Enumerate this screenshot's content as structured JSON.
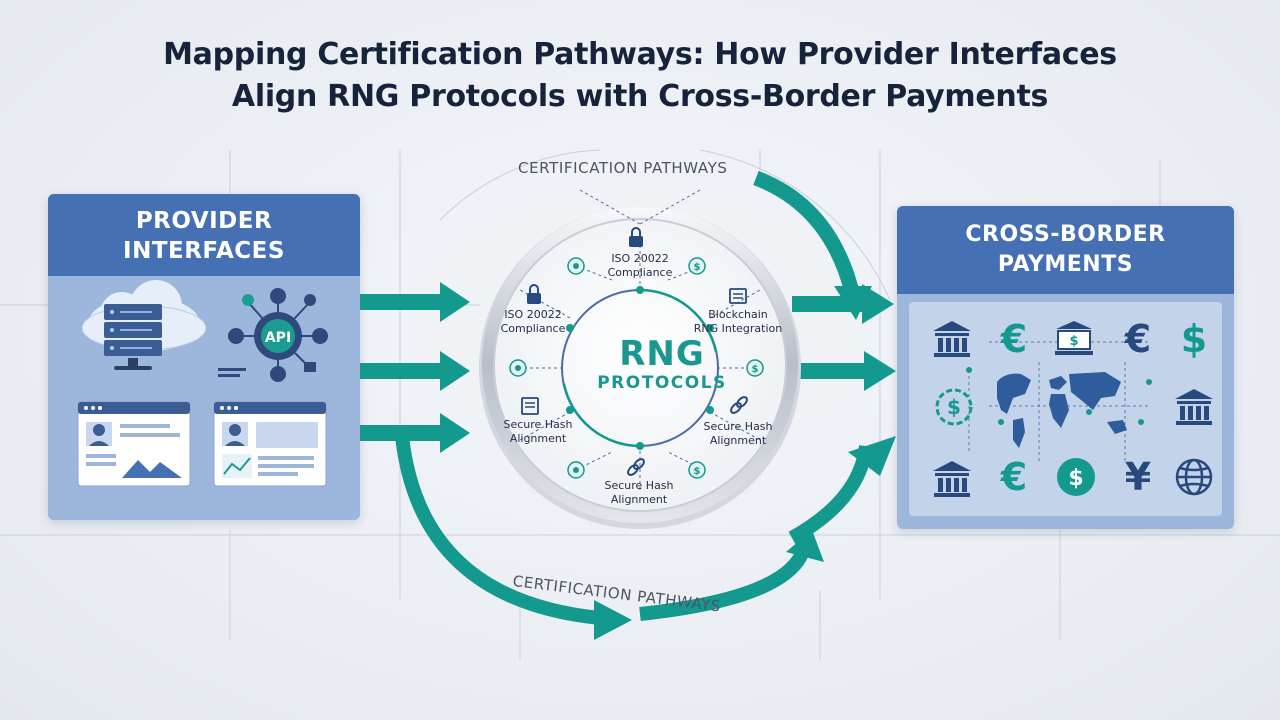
{
  "title": {
    "line1": "Mapping Certification Pathways: How Provider Interfaces",
    "line2": "Align RNG Protocols with Cross-Border Payments"
  },
  "left_panel": {
    "line1": "PROVIDER",
    "line2": "INTERFACES",
    "icons": [
      "cloud-server-icon",
      "api-gear-icon",
      "profile-window-icon",
      "analytics-window-icon"
    ]
  },
  "right_panel": {
    "line1": "CROSS-BORDER",
    "line2": "PAYMENTS",
    "glyphs": {
      "euro": "€",
      "dollar": "$",
      "yen": "¥"
    }
  },
  "hub": {
    "title_line1": "RNG",
    "title_line2": "PROTOCOLS",
    "labels": {
      "iso_top_l1": "ISO 20022",
      "iso_top_l2": "Compliance",
      "iso_left_l1": "ISO 20022",
      "iso_left_l2": "Compliance",
      "blockchain_l1": "Blockchain",
      "blockchain_l2": "RNG Integration",
      "hash_left_l1": "Secure Hash",
      "hash_left_l2": "Alignment",
      "hash_right_l1": "Secure Hash",
      "hash_right_l2": "Alignment",
      "hash_bottom_l1": "Secure Hash",
      "hash_bottom_l2": "Alignment"
    }
  },
  "pathways": {
    "top_label": "CERTIFICATION PATHWAYS",
    "bottom_label": "CERTIFICATION PATHWAYS"
  },
  "colors": {
    "teal": "#14998f",
    "navy": "#27497e",
    "panel_header": "#4670b4",
    "panel_body": "#9db6db"
  }
}
